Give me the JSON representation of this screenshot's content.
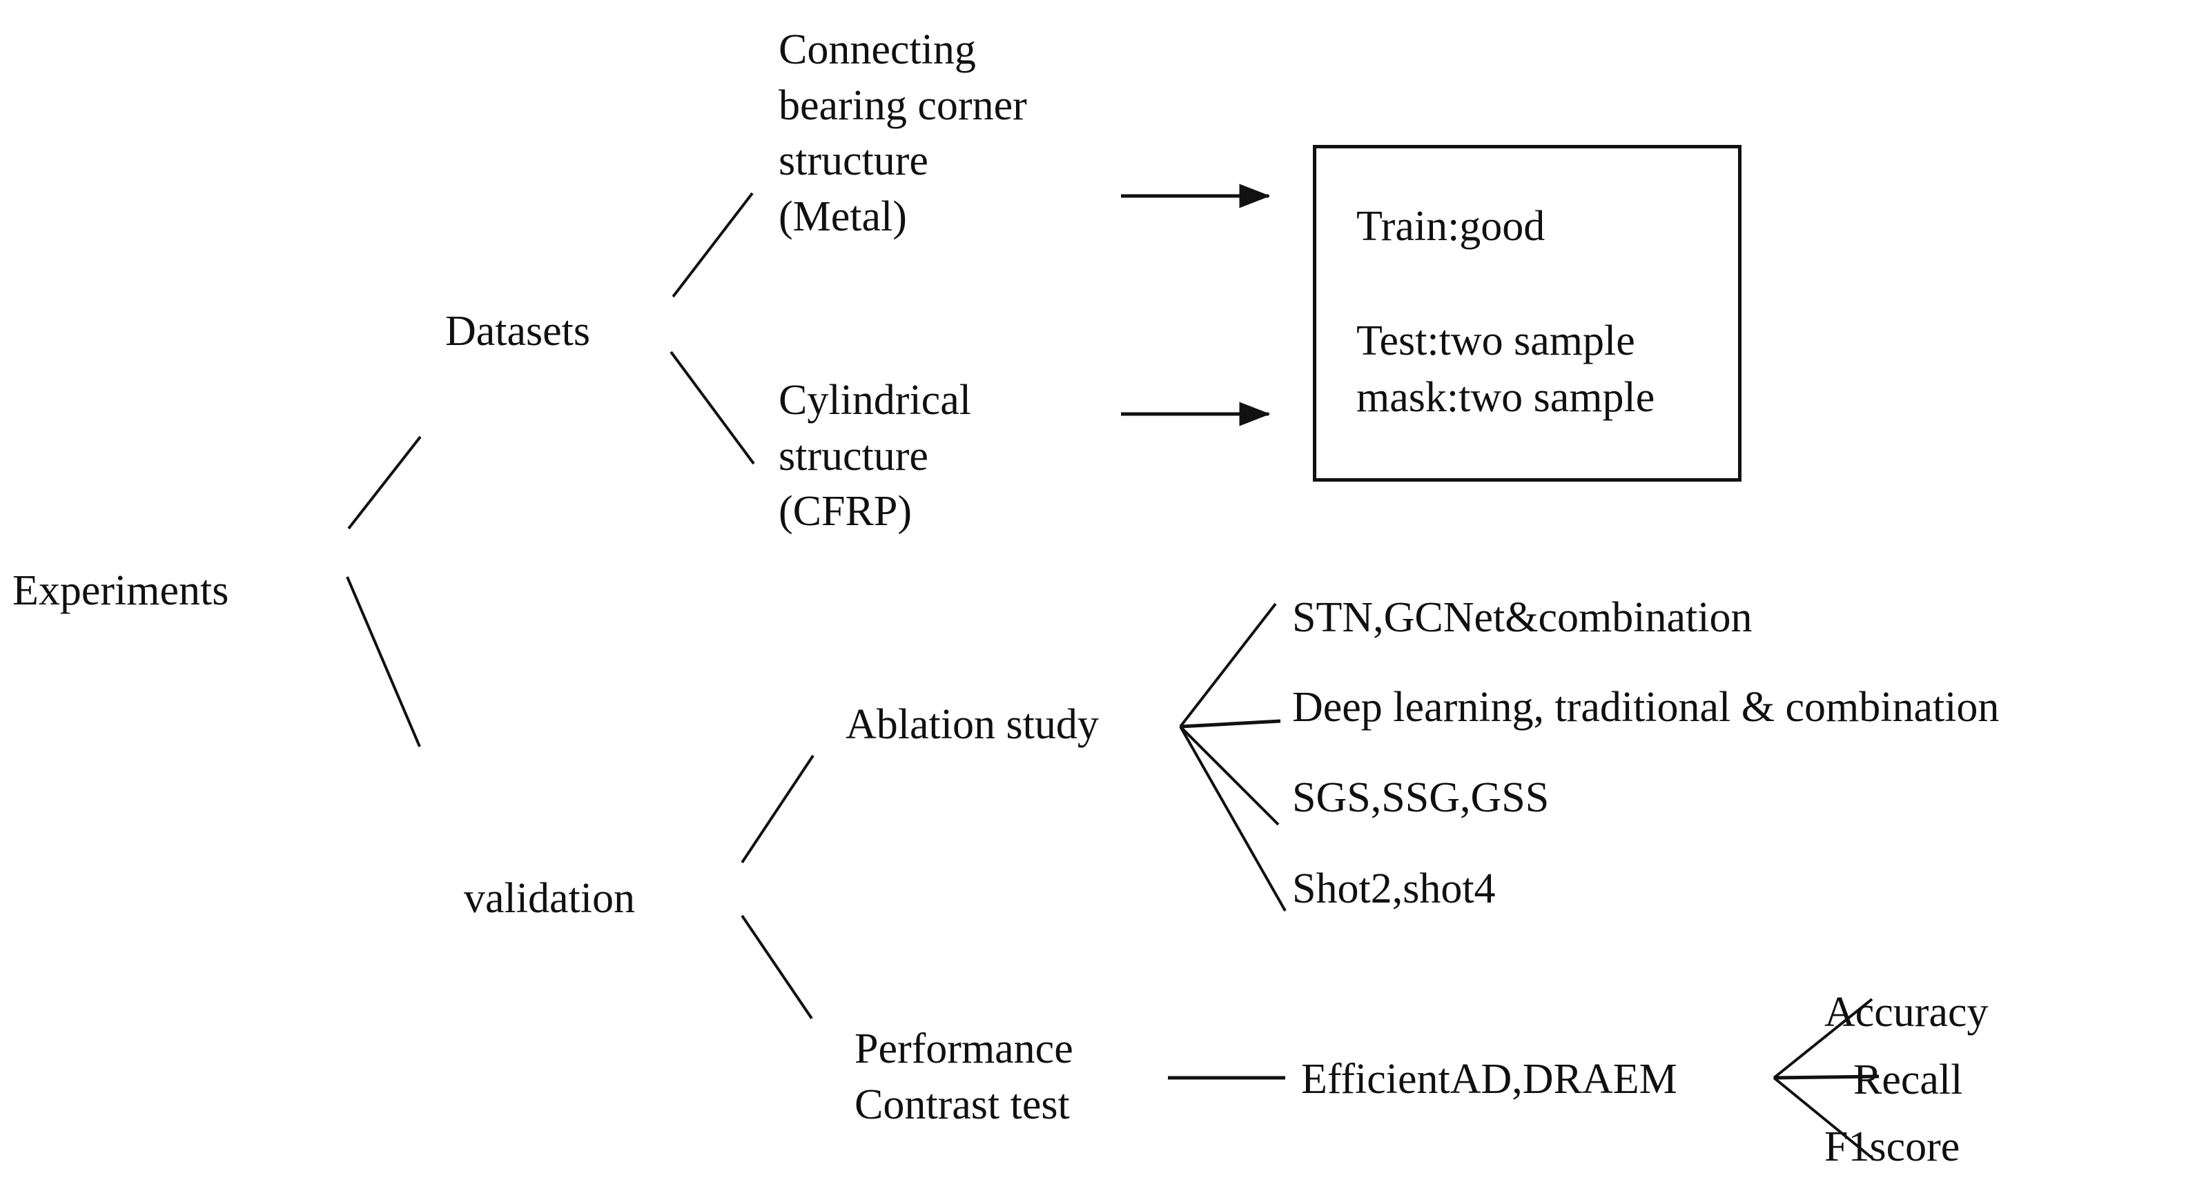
{
  "diagram": {
    "title": "Experiments structure tree",
    "root": {
      "label": "Experiments"
    },
    "branches": {
      "datasets": {
        "label": "Datasets"
      },
      "validation": {
        "label": "validation"
      }
    },
    "datasets_children": [
      {
        "label": "Connecting\nbearing corner\nstructure\n(Metal)"
      },
      {
        "label": "Cylindrical\nstructure\n(CFRP)"
      }
    ],
    "dataset_box": {
      "train": "Train:good",
      "test": "Test:two sample",
      "mask": "mask:two sample"
    },
    "validation_children": [
      {
        "label": "Ablation study"
      },
      {
        "label": "Performance\nContrast test"
      }
    ],
    "ablation_items": [
      {
        "label": "STN,GCNet&combination"
      },
      {
        "label": "Deep learning, traditional & combination"
      },
      {
        "label": "SGS,SSG,GSS"
      },
      {
        "label": "Shot2,shot4"
      }
    ],
    "performance_items": [
      {
        "label": "EfficientAD,DRAEM"
      }
    ],
    "metrics": [
      {
        "label": "Accuracy"
      },
      {
        "label": "Recall"
      },
      {
        "label": "F1score"
      }
    ],
    "colors": {
      "line": "#111111",
      "text": "#101010",
      "background": "#ffffff"
    }
  }
}
